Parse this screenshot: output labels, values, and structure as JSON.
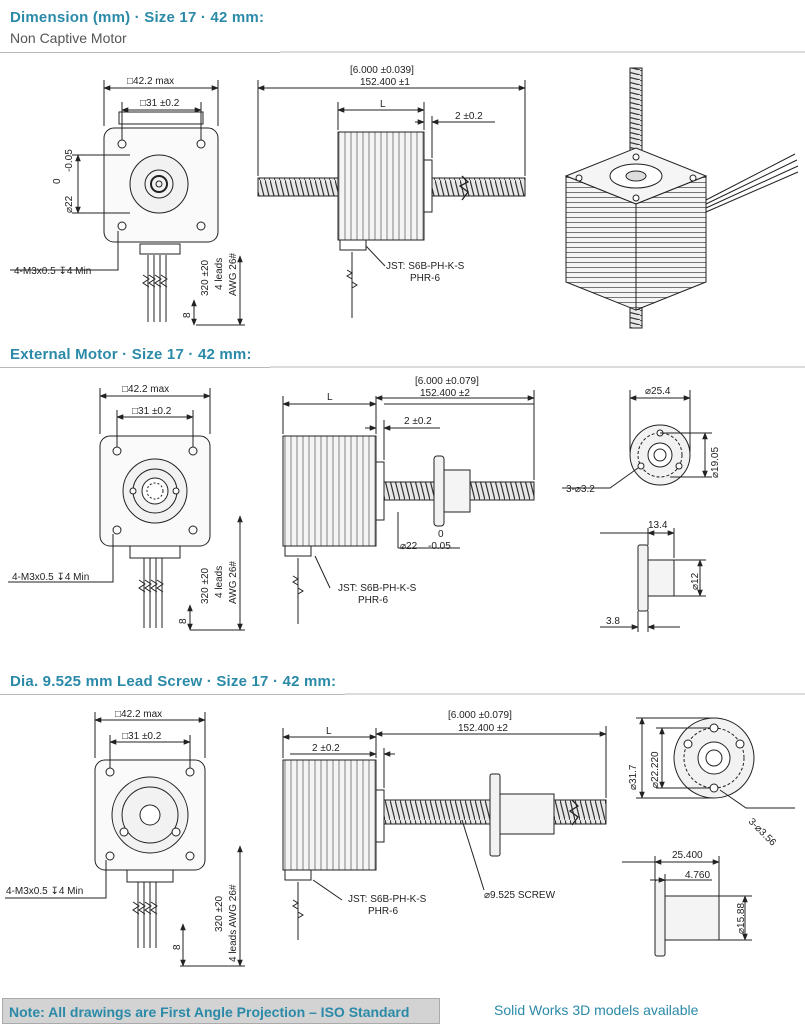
{
  "sections": {
    "s1": {
      "title": "Dimension (mm) · Size 17 · 42 mm:",
      "subtitle": "Non Captive Motor"
    },
    "s2": {
      "title": "External Motor · Size 17 · 42 mm:"
    },
    "s3": {
      "title": "Dia. 9.525 mm Lead Screw · Size 17 · 42 mm:"
    }
  },
  "dims": {
    "sq_max": "□42.2 max",
    "sq_31": "□31 ±0.2",
    "dia22": "⌀22",
    "dia22_tol_top": "0",
    "dia22_tol_bot": "-0.05",
    "m3": "4-M3x0.5 ↧4 Min",
    "lead_len": "320 ±20",
    "leads": "4 leads",
    "awg": "AWG 26#",
    "leads_awg": "4 leads AWG 26#",
    "eight": "8",
    "len_in": "[6.000 ±0.039]",
    "len_mm": "152.400 ±1",
    "len_in2": "[6.000 ±0.079]",
    "len_mm2": "152.400 ±2",
    "L": "L",
    "two": "2 ±0.2",
    "jst": "JST: S6B-PH-K-S",
    "phr": "PHR-6",
    "d254": "⌀25.4",
    "d1905": "⌀19.05",
    "d32": "3-⌀3.2",
    "d134": "13.4",
    "d12": "⌀12",
    "d38": "3.8",
    "d317": "⌀31.7",
    "d2222": "⌀22.220",
    "d356": "3-⌀3.56",
    "d25400": "25.400",
    "d4760": "4.760",
    "d1588": "⌀15.88",
    "screw": "⌀9.525 SCREW"
  },
  "footer": {
    "note": "Note: All drawings are First Angle Projection – ISO Standard",
    "solidworks": "Solid Works 3D models available"
  },
  "colors": {
    "accent": "#2a8aa8",
    "line": "#222222",
    "fill": "#f0f0f0"
  }
}
